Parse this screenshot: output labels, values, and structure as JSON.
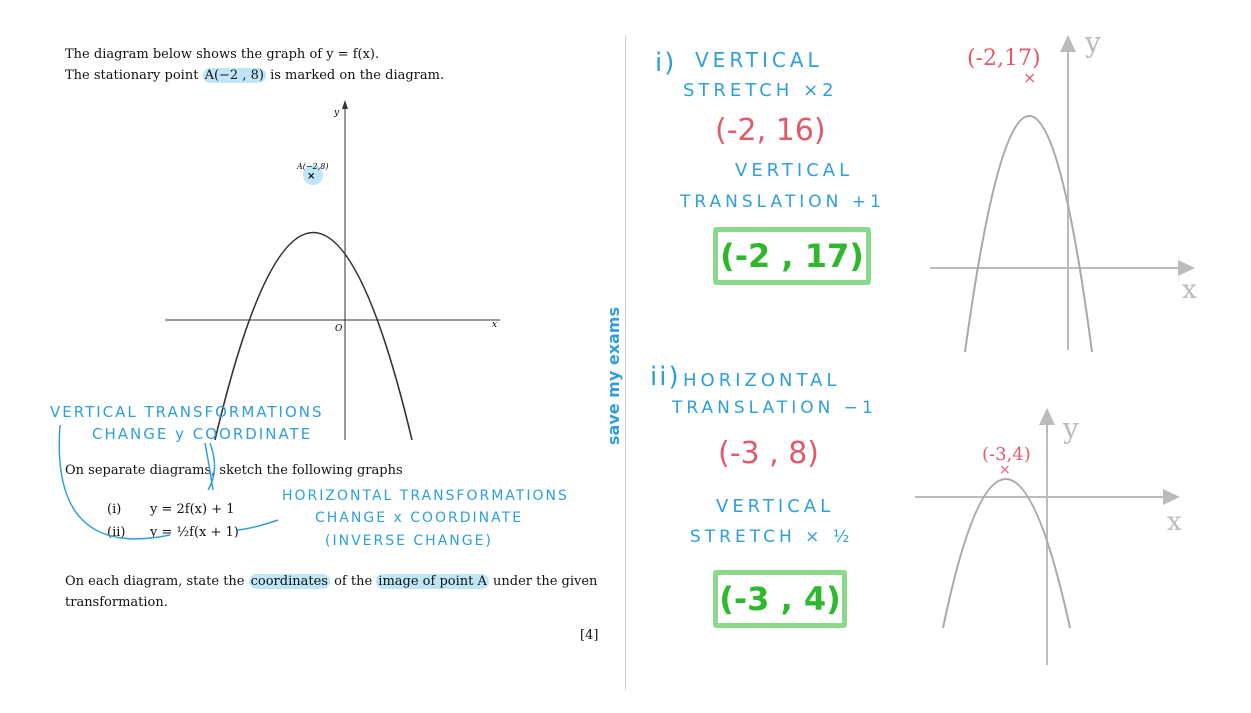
{
  "question": {
    "line1": "The diagram below shows the graph of y = f(x).",
    "line2_pre": "The stationary point ",
    "line2_point": "A(−2 , 8)",
    "line2_post": " is marked on the diagram.",
    "graph_point_label": "A(−2,8)",
    "axis_y": "y",
    "axis_x": "x",
    "origin": "O",
    "instruction": "On separate diagrams, sketch the following graphs",
    "part_i_label": "(i)",
    "part_i_eq": "y = 2f(x) + 1",
    "part_ii_label": "(ii)",
    "part_ii_eq": "y = ½f(x + 1)",
    "final_pre": "On each diagram, state the ",
    "final_coord": "coordinates",
    "final_mid": " of the ",
    "final_image": "image of point A",
    "final_post": " under the given",
    "final_line2": "transformation.",
    "marks": "[4]"
  },
  "annotations": {
    "vertical_1": "VERTICAL TRANSFORMATIONS",
    "vertical_2": "CHANGE y COORDINATE",
    "horizontal_1": "HORIZONTAL TRANSFORMATIONS",
    "horizontal_2": "CHANGE x COORDINATE",
    "horizontal_3": "(INVERSE CHANGE)"
  },
  "brand": "save my exams",
  "solution_i": {
    "num": "i)",
    "step1a": "VERTICAL",
    "step1b": "STRETCH ×2",
    "result1": "(-2, 16)",
    "step2a": "VERTICAL",
    "step2b": "TRANSLATION +1",
    "answer": "(-2 , 17)",
    "sketch_label": "(-2,17)",
    "axis_y": "y",
    "axis_x": "x"
  },
  "solution_ii": {
    "num": "ii)",
    "step1a": "HORIZONTAL",
    "step1b": "TRANSLATION −1",
    "result1": "(-3 , 8)",
    "step2a": "VERTICAL",
    "step2b": "STRETCH × ½",
    "answer": "(-3 , 4)",
    "sketch_label": "(-3,4)",
    "axis_y": "y",
    "axis_x": "x"
  },
  "colors": {
    "handwriting_blue": "#2f9fdc",
    "highlight": "#bfe6f7",
    "red": "#e05a67",
    "green": "#2eb82e",
    "green_border": "#8bd98b"
  }
}
